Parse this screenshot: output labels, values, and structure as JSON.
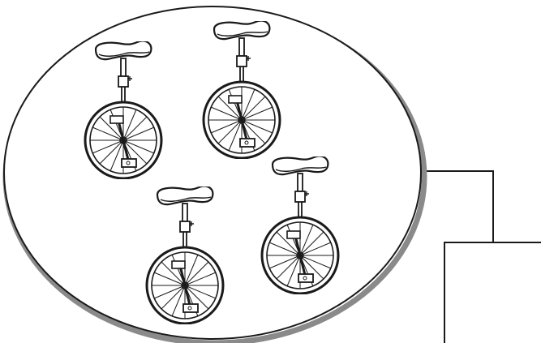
{
  "diagram": {
    "group": {
      "shape": "oval",
      "item_icon": "unicycle-icon",
      "item_count": 4
    },
    "connector": {
      "shape": "elbow-line"
    },
    "target_box": {
      "shape": "rectangle",
      "label": ""
    },
    "colors": {
      "stroke": "#1a1a1a",
      "shadow": "#8a8a8a",
      "fill": "#ffffff"
    }
  }
}
